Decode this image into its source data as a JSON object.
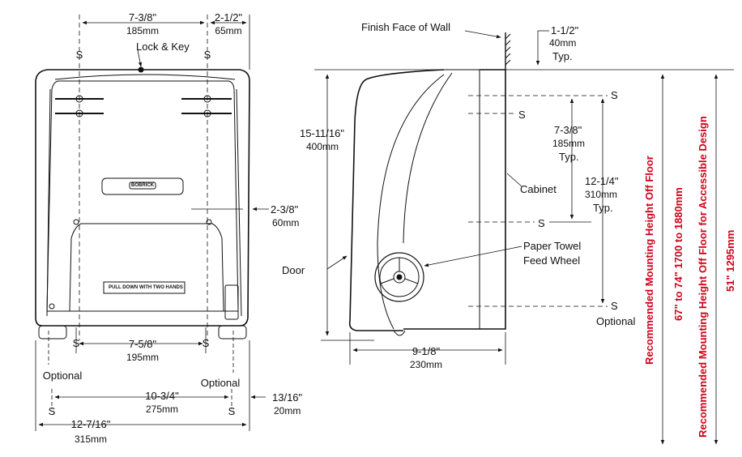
{
  "front_view": {
    "dim_top_left": {
      "imperial": "7-3/8\"",
      "metric": "185mm"
    },
    "dim_top_right": {
      "imperial": "2-1/2\"",
      "metric": "65mm"
    },
    "lock_key": "Lock & Key",
    "dim_side": {
      "imperial": "2-3/8\"",
      "metric": "60mm"
    },
    "pull_label": "PULL DOWN WITH TWO HANDS",
    "logo_text": "BOBRICK",
    "dim_inner": {
      "imperial": "7-5/8\"",
      "metric": "195mm"
    },
    "dim_mid": {
      "imperial": "10-3/4\"",
      "metric": "275mm"
    },
    "dim_side_bottom": {
      "imperial": "13/16\"",
      "metric": "20mm"
    },
    "dim_overall": {
      "imperial": "12-7/16\"",
      "metric": "315mm"
    },
    "optional_left": "Optional",
    "optional_right": "Optional",
    "screw_marker": "S"
  },
  "side_view": {
    "finish_face": "Finish Face of Wall",
    "dim_top": {
      "imperial": "1-1/2\"",
      "metric": "40mm",
      "note": "Typ."
    },
    "dim_height": {
      "imperial": "15-11/16\"",
      "metric": "400mm"
    },
    "dim_upper": {
      "imperial": "7-3/8\"",
      "metric": "185mm",
      "note": "Typ."
    },
    "dim_lower": {
      "imperial": "12-1/4\"",
      "metric": "310mm",
      "note": "Typ."
    },
    "cabinet": "Cabinet",
    "door": "Door",
    "feed_wheel_line1": "Paper Towel",
    "feed_wheel_line2": "Feed Wheel",
    "optional": "Optional",
    "dim_depth": {
      "imperial": "9-1/8\"",
      "metric": "230mm"
    },
    "screw_marker": "S"
  },
  "mounting": {
    "line1": "Recommended Mounting Height Off Floor",
    "line2": "67\" to 74\" 1700 to 1880mm",
    "line3": "Recommended Mounting Height Off Floor for Accessible Design",
    "line4": "51\" 1295mm",
    "color": "#d0021b"
  }
}
